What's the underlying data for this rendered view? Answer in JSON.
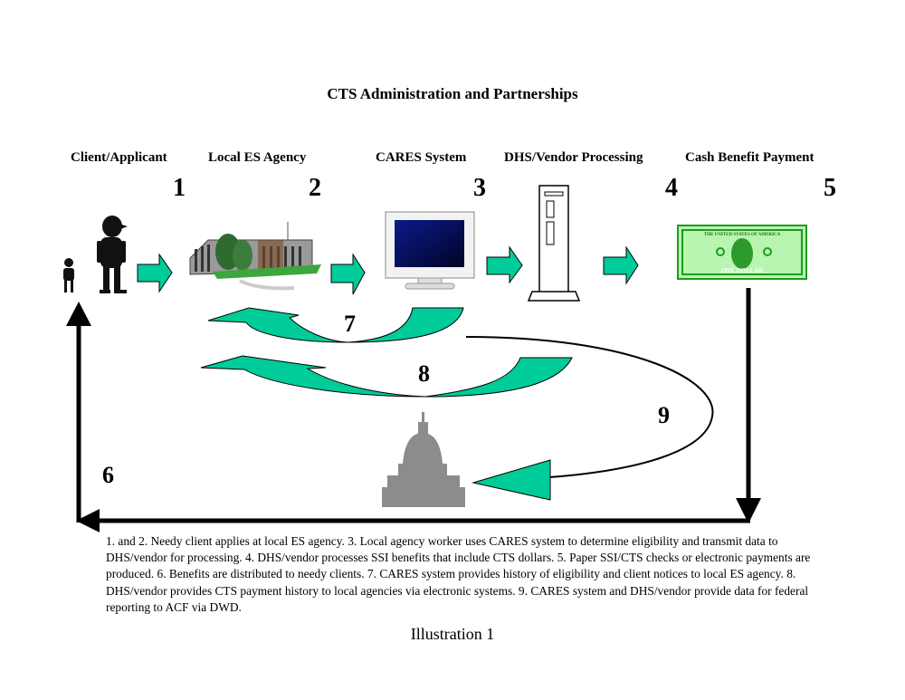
{
  "title": "CTS Administration and Partnerships",
  "stages": [
    {
      "label": "Client/Applicant",
      "number": "1"
    },
    {
      "label": "Local ES Agency",
      "number": "2"
    },
    {
      "label": "CARES System",
      "number": "3"
    },
    {
      "label": "DHS/Vendor Processing",
      "number": "4"
    },
    {
      "label": "Cash Benefit Payment",
      "number": "5"
    }
  ],
  "flow_labels": {
    "six": "6",
    "seven": "7",
    "eight": "8",
    "nine": "9"
  },
  "dollar_text": {
    "top": "THE UNITED STATES OF AMERICA",
    "bottom": "ONE DOLLAR"
  },
  "caption": "1. and 2. Needy client applies at local ES agency.  3. Local agency worker uses CARES system to determine eligibility and transmit data to DHS/vendor for processing.  4. DHS/vendor processes SSI benefits that include CTS dollars.  5. Paper SSI/CTS checks or electronic payments are produced.  6. Benefits are distributed to needy clients.  7.  CARES system provides history of eligibility and client notices to local ES agency.  8.  DHS/vendor provides CTS payment history to local agencies via electronic systems.  9. CARES system and DHS/vendor provide data for federal reporting to ACF via DWD.",
  "illustration_label": "Illustration 1",
  "colors": {
    "arrow_fill": "#00cc99",
    "arrow_dark": "#00a37a",
    "flow_line": "#000000",
    "capitol": "#8c8c8c",
    "money": "#33cc33"
  }
}
